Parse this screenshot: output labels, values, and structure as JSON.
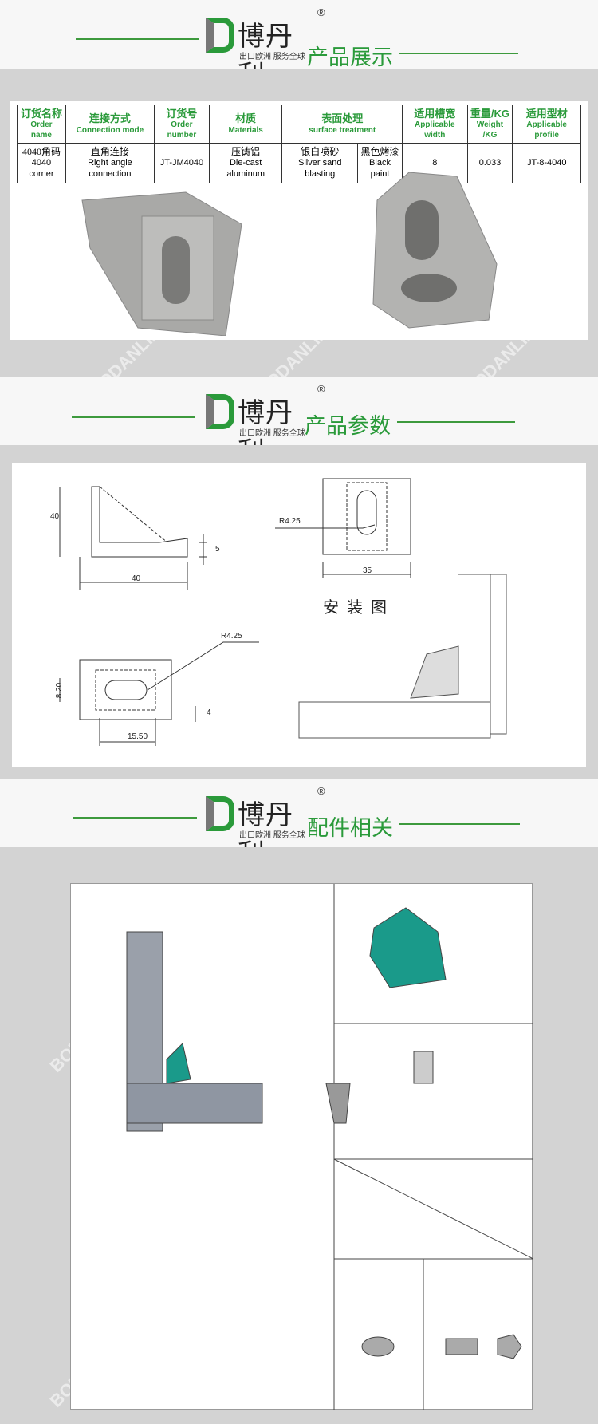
{
  "brand": {
    "name": "博丹利",
    "slogan": "出口欧洲 服务全球",
    "reg": "®"
  },
  "sections": [
    {
      "title": "产品展示"
    },
    {
      "title": "产品参数"
    },
    {
      "title": "配件相关"
    }
  ],
  "watermark": "BODANLI/博丹利",
  "table": {
    "headers": [
      {
        "cn": "订货名称",
        "en": "Order name"
      },
      {
        "cn": "连接方式",
        "en": "Connection mode"
      },
      {
        "cn": "订货号",
        "en": "Order number"
      },
      {
        "cn": "材质",
        "en": "Materials"
      },
      {
        "cn": "表面处理",
        "en": "surface treatment"
      },
      {
        "cn": "适用槽宽",
        "en": "Applicable width"
      },
      {
        "cn": "重量/KG",
        "en": "Weight /KG"
      },
      {
        "cn": "适用型材",
        "en": "Applicable profile"
      }
    ],
    "row": {
      "name_cn": "4040角码",
      "name_en": "4040 corner",
      "conn_cn": "直角连接",
      "conn_en": "Right angle connection",
      "order_no": "JT-JM4040",
      "mat_cn": "压铸铝",
      "mat_en": "Die-cast aluminum",
      "surf1_cn": "银白喷砂",
      "surf1_en": "Silver sand blasting",
      "surf2_cn": "黑色烤漆",
      "surf2_en": "Black paint",
      "width": "8",
      "weight": "0.033",
      "profile": "JT-8-4040"
    }
  },
  "drawing": {
    "d_40v": "40",
    "d_5": "5",
    "d_40h": "40",
    "r1": "R4.25",
    "d_35": "35",
    "install": "安装图",
    "r2": "R4.25",
    "d_820": "8.20",
    "d_4": "4",
    "d_1550": "15.50"
  }
}
